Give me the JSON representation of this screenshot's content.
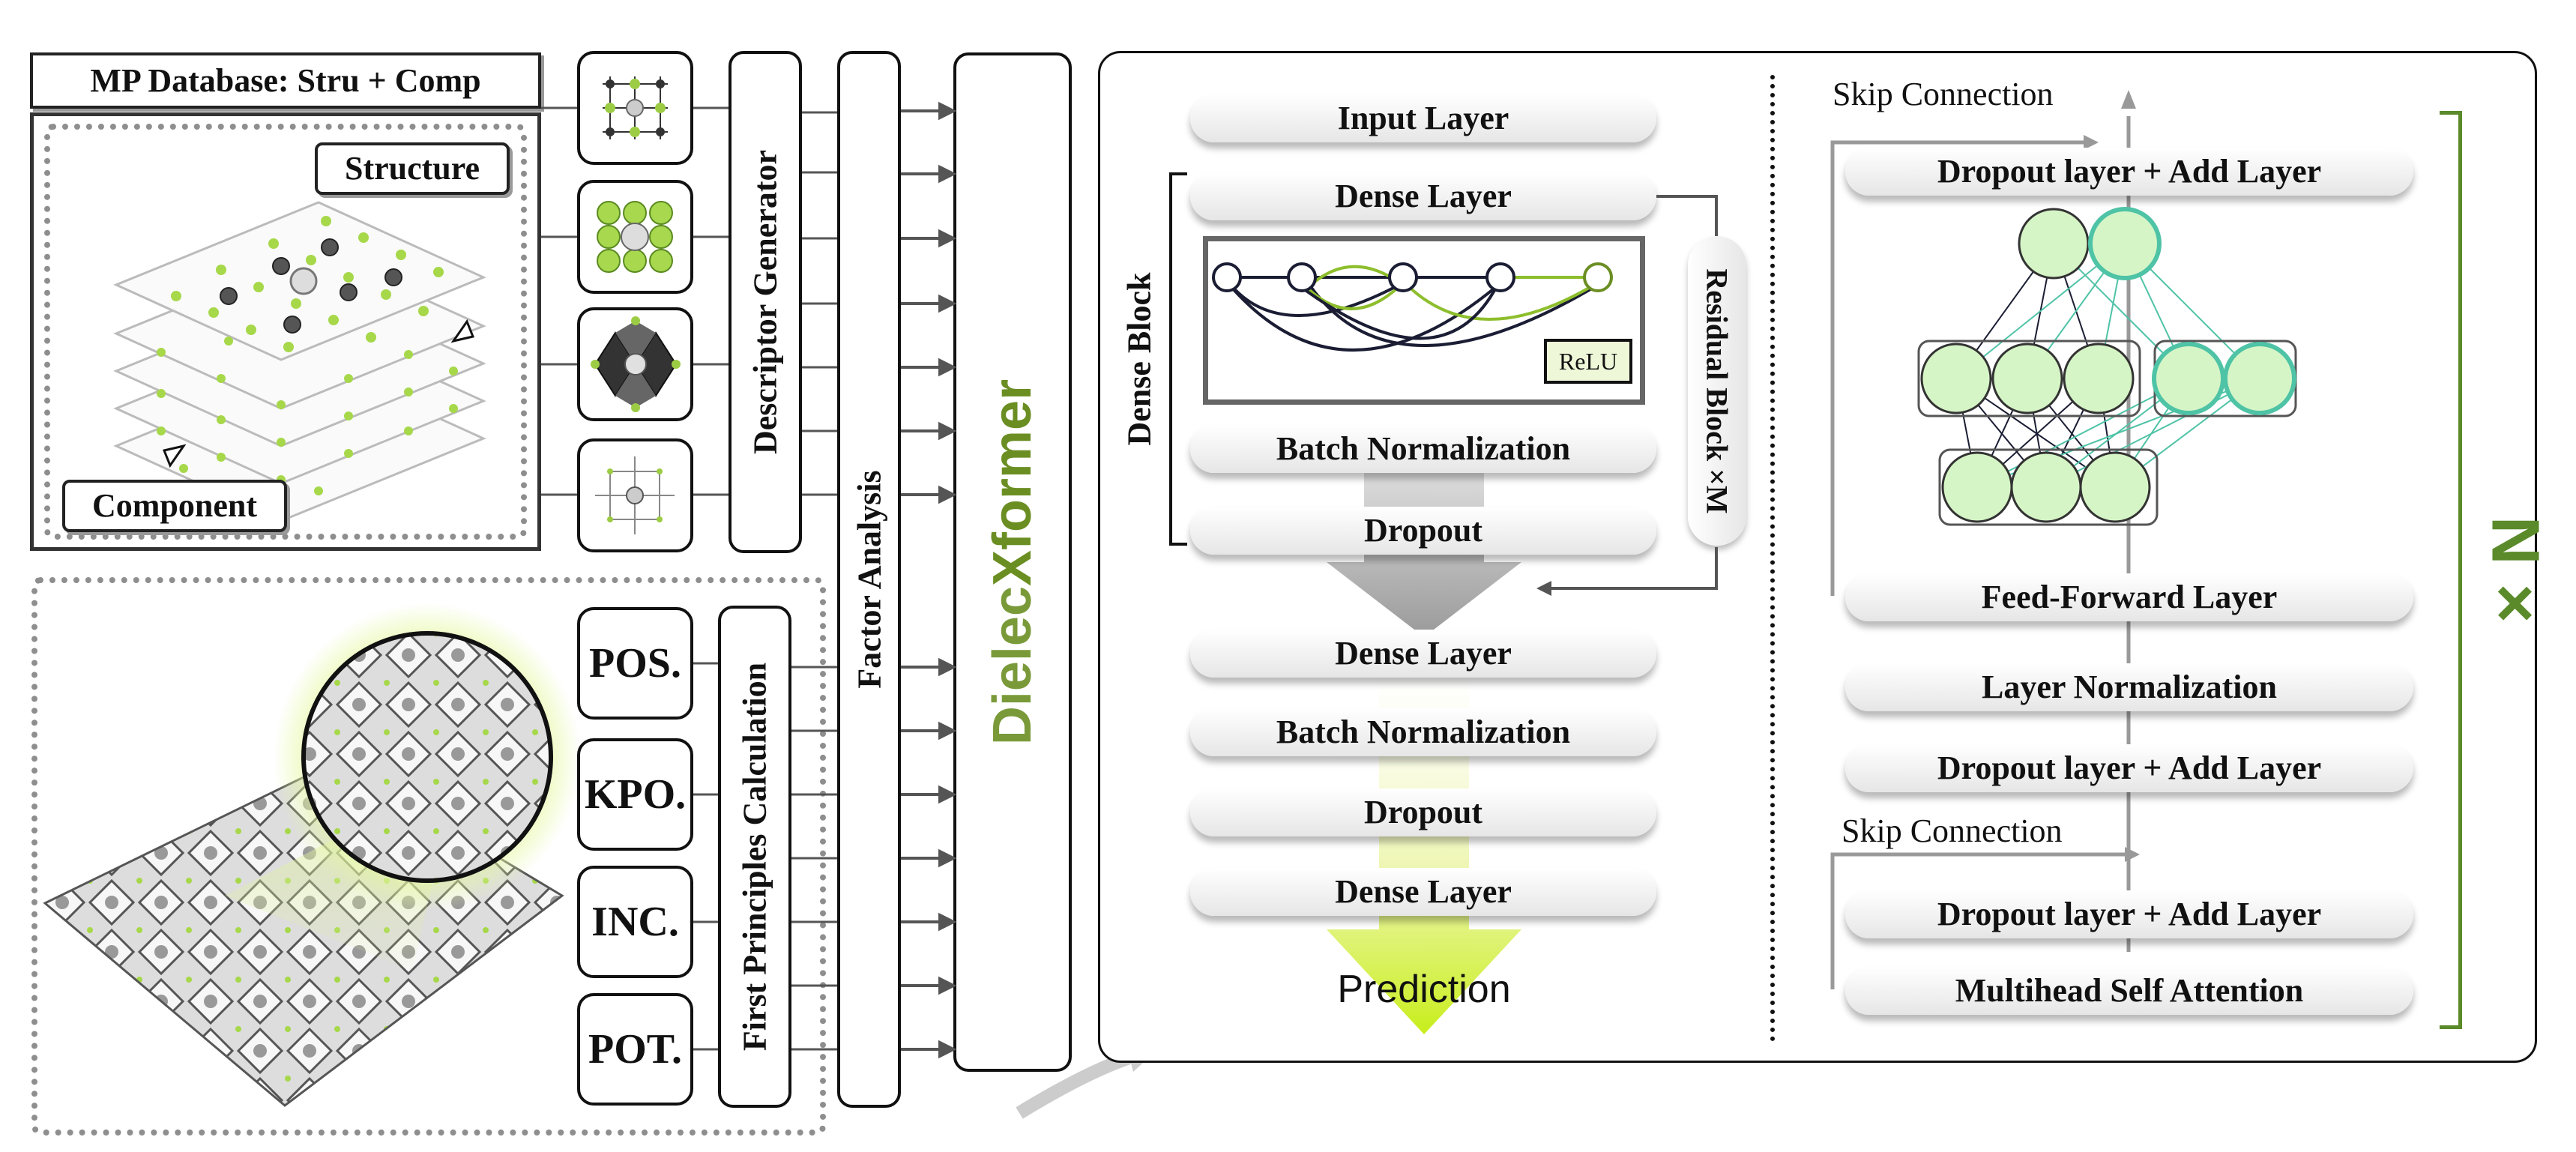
{
  "left": {
    "mp_database": "MP Database: Stru + Comp",
    "structure": "Structure",
    "component": "Component",
    "descriptor_generator": "Descriptor Generator",
    "first_principles": "First Principles Calculation",
    "files": [
      "POS.",
      "KPO.",
      "INC.",
      "POT."
    ],
    "factor_analysis": "Factor Analysis",
    "model_name_a": "Dielec",
    "model_name_b": "Xformer",
    "model_color_a": "#7a9a3a",
    "model_color_b": "#6b8e23"
  },
  "dense": {
    "input_layer": "Input Layer",
    "dense_layer": "Dense Layer",
    "relu": "ReLU",
    "batch_norm": "Batch Normalization",
    "dropout": "Dropout",
    "dense_block": "Dense Block",
    "residual_block": "Residual Block  ×M",
    "lower_layers": [
      "Dense Layer",
      "Batch Normalization",
      "Dropout",
      "Dense Layer"
    ],
    "prediction": "Prediction"
  },
  "transformer": {
    "skip_top": "Skip Connection",
    "dropout_add_top": "Dropout layer + Add Layer",
    "feed_forward": "Feed-Forward Layer",
    "layer_norm": "Layer Normalization",
    "dropout_add_mid": "Dropout layer + Add Layer",
    "skip_bottom": "Skip Connection",
    "dropout_add_bottom": "Dropout layer + Add Layer",
    "mhsa": "Multihead Self Attention",
    "repeat": "N ×",
    "accent": "#5a8a2a",
    "node_fill": "#d6f5c6",
    "node_teal": "#4fc3a6"
  }
}
